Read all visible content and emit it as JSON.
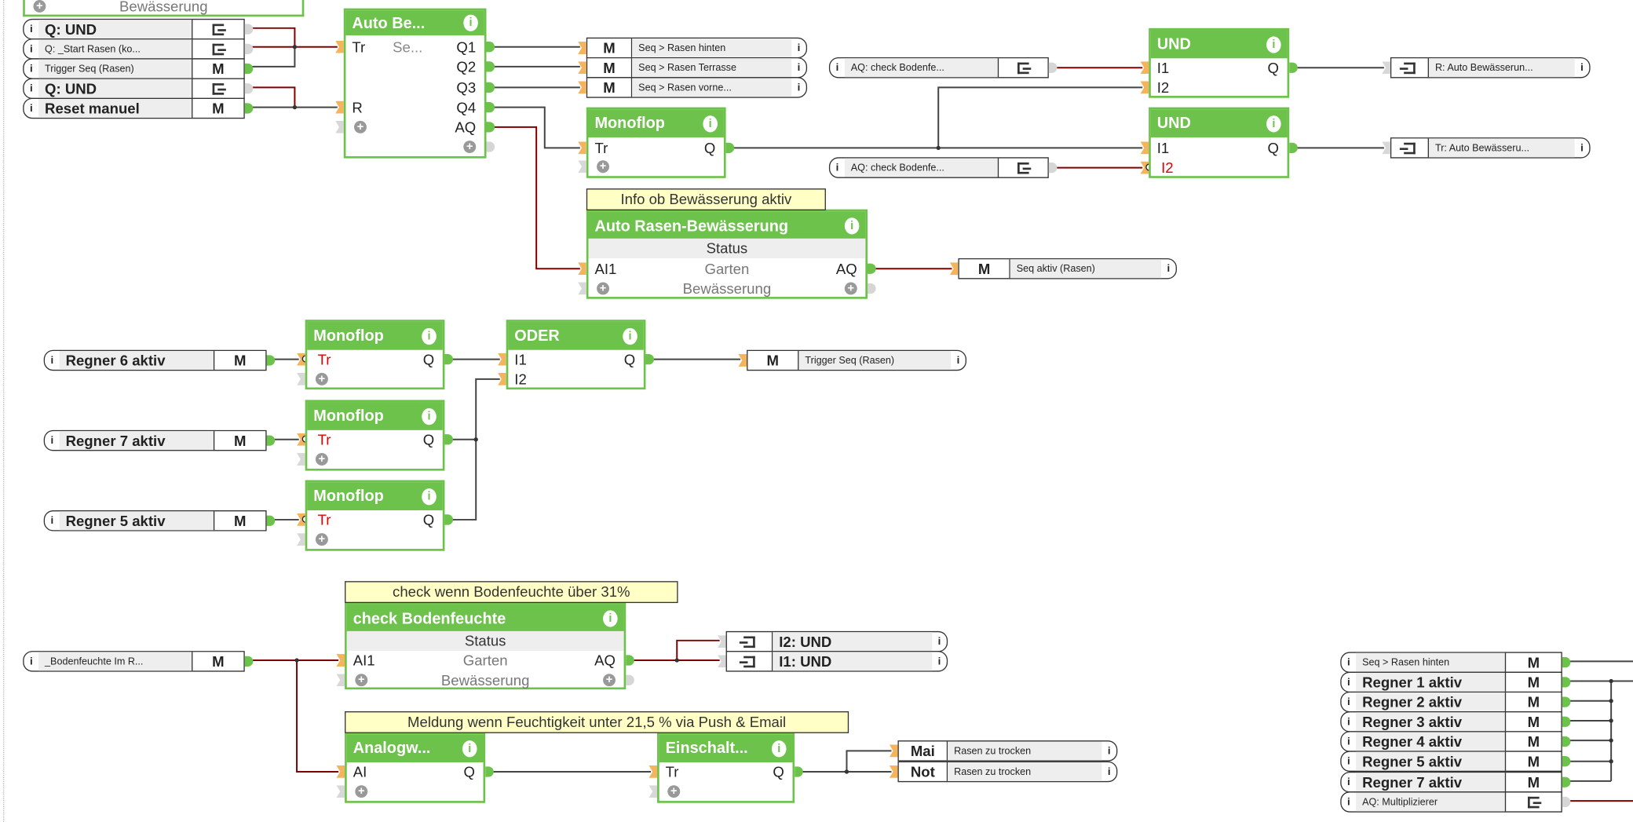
{
  "colors": {
    "block_green": "#6cc24a",
    "wire_analog": "#800000",
    "wire_digital": "#444444",
    "input_connector": "#f5b35c",
    "comment_bg": "#ffffc6"
  },
  "top_partial_block": {
    "row_label": "Bewässerung"
  },
  "io_boxes": [
    {
      "label": "Q: UND",
      "type": "",
      "type_icon": "exit-icon",
      "style": "bold"
    },
    {
      "label": "Q: _Start Rasen (ko...",
      "type": "",
      "type_icon": "exit-icon",
      "style": "small"
    },
    {
      "label": "Trigger Seq (Rasen)",
      "type": "M",
      "style": "small"
    },
    {
      "label": "Q: UND",
      "type": "",
      "type_icon": "exit-icon",
      "style": "bold"
    },
    {
      "label": "Reset manuel",
      "type": "M",
      "style": "bold"
    },
    {
      "label": "Seq > Rasen hinten",
      "type": "M",
      "style": "small"
    },
    {
      "label": "Seq > Rasen Terrasse",
      "type": "M",
      "style": "small"
    },
    {
      "label": "Seq > Rasen vorne...",
      "type": "M",
      "style": "small"
    },
    {
      "label": "AQ: check Bodenfe...",
      "type": "",
      "type_icon": "exit-icon",
      "style": "small"
    },
    {
      "label": "AQ: check Bodenfe...",
      "type": "",
      "type_icon": "exit-icon",
      "style": "small"
    },
    {
      "label": "R: Auto Bewässerun...",
      "type": "",
      "type_icon": "entry-icon",
      "style": "small"
    },
    {
      "label": "Tr: Auto Bewässeru...",
      "type": "",
      "type_icon": "entry-icon",
      "style": "small"
    },
    {
      "label": "Seq aktiv (Rasen)",
      "type": "M",
      "style": "small"
    },
    {
      "label": "Regner 6 aktiv",
      "type": "M",
      "style": "bold"
    },
    {
      "label": "Regner 7 aktiv",
      "type": "M",
      "style": "bold"
    },
    {
      "label": "Regner 5 aktiv",
      "type": "M",
      "style": "bold"
    },
    {
      "label": "Trigger Seq (Rasen)",
      "type": "M",
      "style": "small"
    },
    {
      "label": "_Bodenfeuchte Im R...",
      "type": "M",
      "style": "small"
    },
    {
      "label": "I2: UND",
      "type": "",
      "type_icon": "entry-icon",
      "style": "bold"
    },
    {
      "label": "I1: UND",
      "type": "",
      "type_icon": "entry-icon",
      "style": "bold"
    },
    {
      "label": "Rasen zu trocken",
      "type": "Mai",
      "style": "small"
    },
    {
      "label": "Rasen zu trocken",
      "type": "Not",
      "style": "small"
    },
    {
      "label": "Seq > Rasen hinten",
      "type": "M",
      "style": "small"
    },
    {
      "label": "Regner 1 aktiv",
      "type": "M",
      "style": "bold"
    },
    {
      "label": "Regner 2 aktiv",
      "type": "M",
      "style": "bold"
    },
    {
      "label": "Regner 3 aktiv",
      "type": "M",
      "style": "bold"
    },
    {
      "label": "Regner 4 aktiv",
      "type": "M",
      "style": "bold"
    },
    {
      "label": "Regner 5 aktiv",
      "type": "M",
      "style": "bold"
    },
    {
      "label": "Regner 7 aktiv",
      "type": "M",
      "style": "bold"
    },
    {
      "label": "AQ: Multiplizierer",
      "type": "",
      "type_icon": "exit-icon",
      "style": "small"
    }
  ],
  "blocks": [
    {
      "title": "Auto Be...",
      "param": "Se...",
      "inputs": [
        "Tr",
        "R"
      ],
      "outputs": [
        "Q1",
        "Q2",
        "Q3",
        "Q4",
        "AQ"
      ]
    },
    {
      "title": "Monoflop",
      "inputs": [
        "Tr"
      ],
      "outputs": [
        "Q"
      ]
    },
    {
      "title": "Auto Rasen-Bewässerung",
      "status": "Status",
      "center": [
        "Garten",
        "Bewässerung"
      ],
      "inputs": [
        "AI1"
      ],
      "outputs": [
        "AQ"
      ]
    },
    {
      "title": "UND",
      "inputs": [
        "I1",
        "I2"
      ],
      "outputs": [
        "Q"
      ]
    },
    {
      "title": "UND",
      "inputs": [
        "I1",
        "I2"
      ],
      "outputs": [
        "Q"
      ]
    },
    {
      "title": "Monoflop",
      "inputs": [
        "Tr"
      ],
      "outputs": [
        "Q"
      ]
    },
    {
      "title": "Monoflop",
      "inputs": [
        "Tr"
      ],
      "outputs": [
        "Q"
      ]
    },
    {
      "title": "Monoflop",
      "inputs": [
        "Tr"
      ],
      "outputs": [
        "Q"
      ]
    },
    {
      "title": "ODER",
      "inputs": [
        "I1",
        "I2"
      ],
      "outputs": [
        "Q"
      ]
    },
    {
      "title": "check Bodenfeuchte",
      "status": "Status",
      "center": [
        "Garten",
        "Bewässerung"
      ],
      "inputs": [
        "AI1"
      ],
      "outputs": [
        "AQ"
      ]
    },
    {
      "title": "Analogw...",
      "inputs": [
        "AI"
      ],
      "outputs": [
        "Q"
      ]
    },
    {
      "title": "Einschalt...",
      "inputs": [
        "Tr"
      ],
      "outputs": [
        "Q"
      ]
    }
  ],
  "comments": [
    "Info ob Bewässerung aktiv",
    "check wenn Bodenfeuchte über 31%",
    "Meldung wenn Feuchtigkeit unter 21,5 % via Push & Email"
  ]
}
